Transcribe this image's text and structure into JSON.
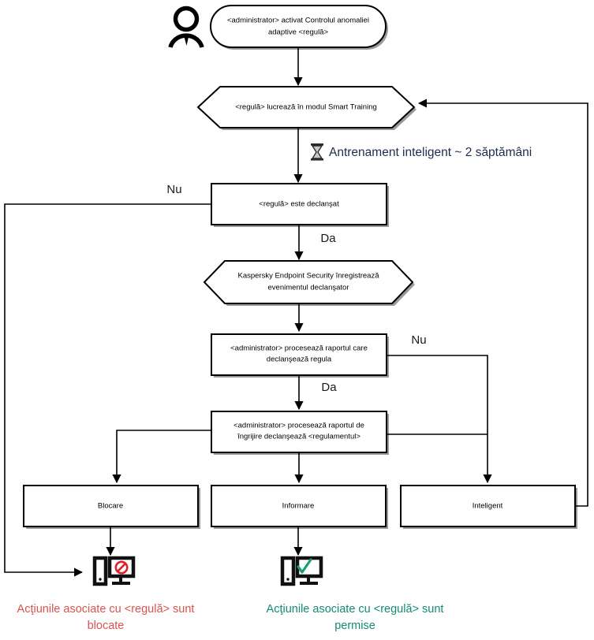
{
  "diagram": {
    "title": "Adaptive Anomaly Control rule workflow",
    "language": "ro",
    "colors": {
      "stroke": "#000000",
      "shape_fill": "#ffffff",
      "shadow": "#9a9a9a",
      "note_text": "#1f2b4d",
      "blocked_caption": "#d9534f",
      "allowed_caption": "#138a72",
      "deny_icon": "#d8232a",
      "allow_icon": "#1a9e72"
    },
    "actor": {
      "name": "administrator-actor-icon",
      "label": ""
    },
    "nodes": {
      "start": {
        "shape": "rounded-rectangle",
        "line1": "<administrator> activat Controlul anomaliei",
        "line2": "adaptive <regulă>"
      },
      "smart_training": {
        "shape": "hexagon",
        "line1": "<regulă> lucrează în modul Smart Training"
      },
      "rule_triggered": {
        "shape": "rectangle",
        "line1": "<regulă> este declanşat"
      },
      "kes_registers": {
        "shape": "hexagon",
        "line1": "Kaspersky Endpoint Security înregistrează",
        "line2": "evenimentul declanşator"
      },
      "admin_processes_report": {
        "shape": "rectangle",
        "line1": "<administrator> procesează raportul care",
        "line2": "declanşează regula"
      },
      "admin_processes_care_report": {
        "shape": "rectangle",
        "line1": "<administrator> procesează raportul de",
        "line2": "îngrijire declanşează <regulamentul>"
      },
      "block": {
        "shape": "rectangle",
        "line1": "Blocare"
      },
      "inform": {
        "shape": "rectangle",
        "line1": "Informare"
      },
      "smart": {
        "shape": "rectangle",
        "line1": "Inteligent"
      }
    },
    "annotations": {
      "training_note": "Antrenament inteligent ~ 2 săptămâni",
      "training_note_icon": "hourglass-icon"
    },
    "branch_labels": {
      "trigger_no": "Nu",
      "trigger_yes": "Da",
      "report_no": "Nu",
      "report_yes": "Da"
    },
    "outcomes": [
      {
        "icon": "monitor-blocked-icon",
        "caption_line1": "Acţiunile asociate cu <regulă> sunt",
        "caption_line2": "blocate",
        "state": "blocked"
      },
      {
        "icon": "monitor-allowed-icon",
        "caption_line1": "Acţiunile asociate cu <regulă> sunt",
        "caption_line2": "permise",
        "state": "allowed"
      }
    ]
  }
}
